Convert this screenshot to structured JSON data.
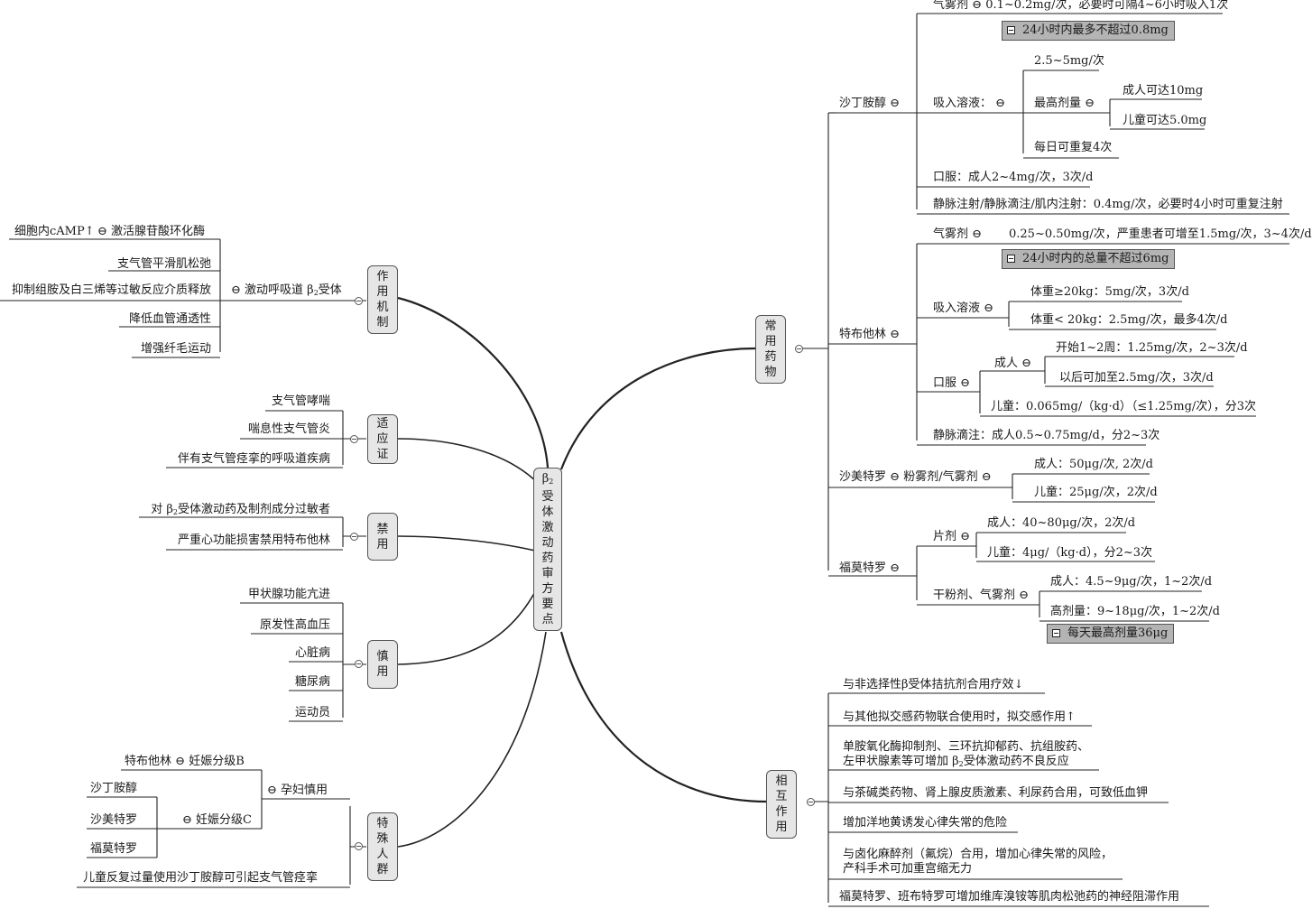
{
  "root": {
    "label_prefix": "β",
    "label_sub": "2",
    "label_rest": [
      "受",
      "体",
      "激",
      "动",
      "药",
      "审",
      "方",
      "要",
      "点"
    ]
  },
  "branches": {
    "mechanism": {
      "label": [
        "作",
        "用",
        "机",
        "制"
      ]
    },
    "indication": {
      "label": [
        "适",
        "应",
        "证"
      ]
    },
    "contraindication": {
      "label": [
        "禁",
        "用"
      ]
    },
    "caution": {
      "label": [
        "慎",
        "用"
      ]
    },
    "special": {
      "label": [
        "特",
        "殊",
        "人",
        "群"
      ]
    },
    "common_drugs": {
      "label": [
        "常",
        "用",
        "药",
        "物"
      ]
    },
    "interaction": {
      "label": [
        "相",
        "互",
        "作",
        "用"
      ]
    }
  },
  "mechanism": {
    "receptor_pre": "激动呼吸道 β",
    "receptor_sub": "2",
    "receptor_post": "受体",
    "activate": "激活腺苷酸环化酶",
    "camp": "细胞内cAMP↑",
    "items": [
      "支气管平滑肌松弛",
      "抑制组胺及白三烯等过敏反应介质释放",
      "降低血管通透性",
      "增强纤毛运动"
    ]
  },
  "indication": {
    "items": [
      "支气管哮喘",
      "喘息性支气管炎",
      "伴有支气管痉挛的呼吸道疾病"
    ]
  },
  "contraindication": {
    "item1_pre": "对 β",
    "item1_sub": "2",
    "item1_post": "受体激动药及制剂成分过敏者",
    "item2": "严重心功能损害禁用特布他林"
  },
  "caution": {
    "items": [
      "甲状腺功能亢进",
      "原发性高血压",
      "心脏病",
      "糖尿病",
      "运动员"
    ]
  },
  "special": {
    "pregnant": "孕妇慎用",
    "terbutaline": "特布他林",
    "class_b": "妊娠分级B",
    "class_c": "妊娠分级C",
    "class_c_drugs": [
      "沙丁胺醇",
      "沙美特罗",
      "福莫特罗"
    ],
    "children": "儿童反复过量使用沙丁胺醇可引起支气管痉挛"
  },
  "salbutamol": {
    "name": "沙丁胺醇",
    "aerosol_label": "气雾剂",
    "aerosol_text": "0.1~0.2mg/次，必要时可隔4~6小时吸入1次",
    "aerosol_note": "24小时内最多不超过0.8mg",
    "inhal_label": "吸入溶液：",
    "inhal_dose": "2.5~5mg/次",
    "max_label": "最高剂量",
    "max_adult": "成人可达10mg",
    "max_child": "儿童可达5.0mg",
    "repeat": "每日可重复4次",
    "oral": "口服：成人2~4mg/次，3次/d",
    "iv": "静脉注射/静脉滴注/肌内注射：0.4mg/次，必要时4小时可重复注射"
  },
  "terbutaline": {
    "name": "特布他林",
    "aerosol_label": "气雾剂",
    "aerosol_text": "0.25~0.50mg/次，严重患者可增至1.5mg/次，3~4次/d",
    "aerosol_note": "24小时内的总量不超过6mg",
    "inhal_label": "吸入溶液",
    "inhal_heavy": "体重≥20kg：5mg/次，3次/d",
    "inhal_light": "体重< 20kg：2.5mg/次，最多4次/d",
    "oral_label": "口服",
    "adult_label": "成人",
    "adult_first": "开始1~2周：1.25mg/次，2~3次/d",
    "adult_later": "以后可加至2.5mg/次，3次/d",
    "child": "儿童：0.065mg/（kg·d）（≤1.25mg/次），分3次",
    "ivdrip": "静脉滴注：成人0.5~0.75mg/d，分2~3次"
  },
  "salmeterol": {
    "name": "沙美特罗",
    "form": "粉雾剂/气雾剂",
    "adult": "成人：50μg/次, 2次/d",
    "child": "儿童：25μg/次，2次/d"
  },
  "formoterol": {
    "name": "福莫特罗",
    "tablet_label": "片剂",
    "tablet_adult": "成人：40~80μg/次，2次/d",
    "tablet_child": "儿童：4μg/（kg·d），分2~3次",
    "powder_label": "干粉剂、气雾剂",
    "powder_adult": "成人：4.5~9μg/次，1~2次/d",
    "powder_max": "高剂量：9~18μg/次，1~2次/d",
    "powder_note": "每天最高剂量36μg"
  },
  "interaction": {
    "items": [
      "与非选择性β受体拮抗剂合用疗效↓",
      "与其他拟交感药物联合使用时，拟交感作用↑",
      "单胺氧化酶抑制剂、三环抗抑郁药、抗组胺药、",
      "左甲状腺素等可增加 β",
      "受体激动药不良反应",
      "与茶碱类药物、肾上腺皮质激素、利尿药合用，可致低血钾",
      "增加洋地黄诱发心律失常的危险",
      "与卤化麻醉剂（氟烷）合用，增加心律失常的风险，",
      "产科手术可加重宫缩无力",
      "福莫特罗、班布特罗可增加维库溴铵等肌肉松弛药的神经阻滞作用"
    ],
    "sub2": "2"
  }
}
